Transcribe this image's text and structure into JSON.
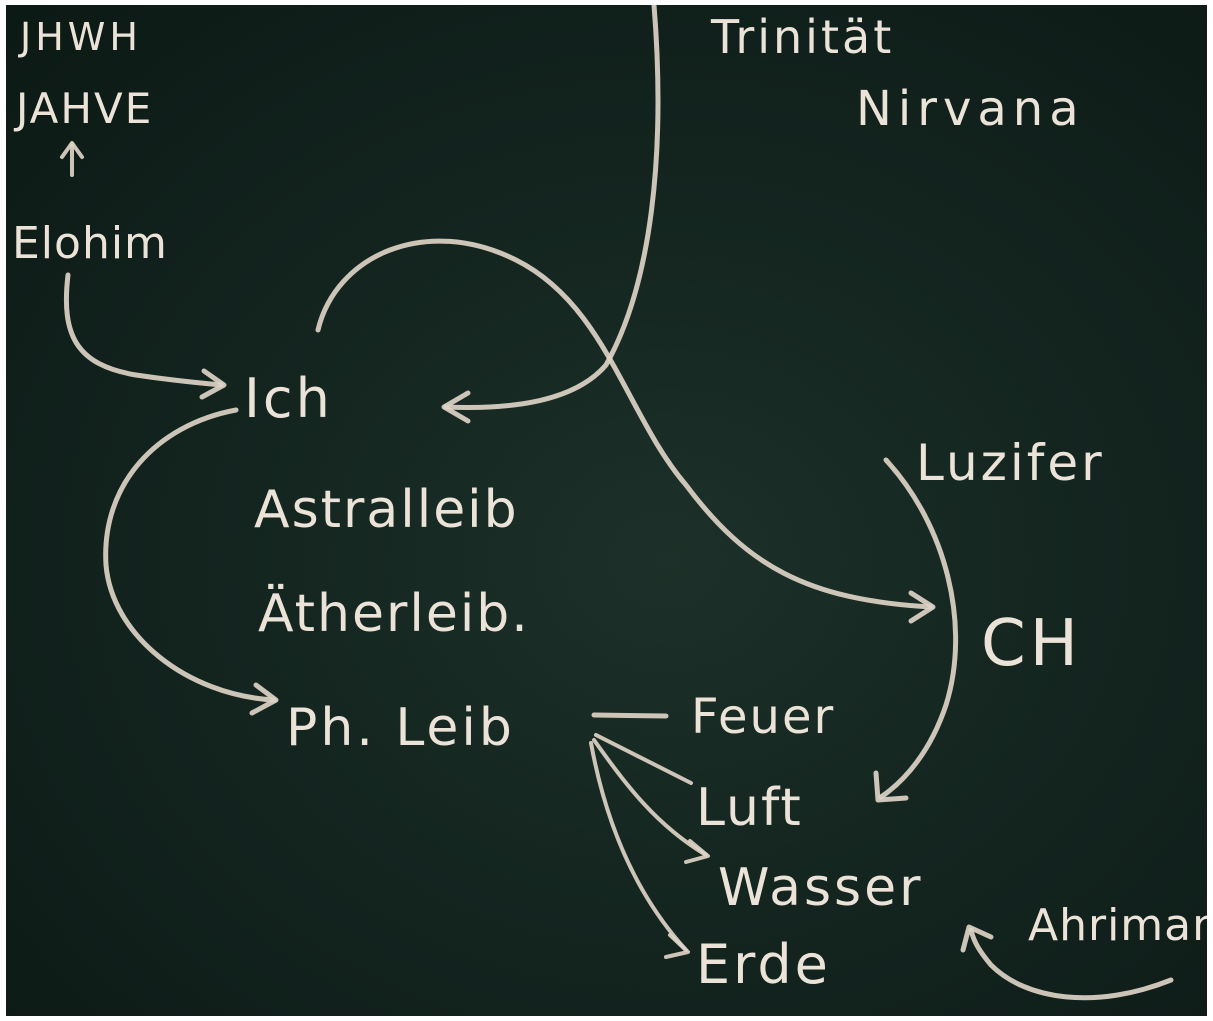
{
  "labels": {
    "jhwh": "JHWH",
    "jahve": "JAHVE",
    "elohim": "Elohim",
    "trinitaet": "Trinität",
    "nirvana": "Nirvana",
    "ich": "Ich",
    "astralleib": "Astralleib",
    "aetherleib": "Ätherleib.",
    "ph_leib": "Ph. Leib",
    "feuer": "Feuer",
    "luft": "Luft",
    "wasser": "Wasser",
    "erde": "Erde",
    "luzifer": "Luzifer",
    "ch": "CH",
    "ahriman": "Ahriman"
  },
  "colors": {
    "board": "#142520",
    "chalk": "#ece3d8"
  }
}
